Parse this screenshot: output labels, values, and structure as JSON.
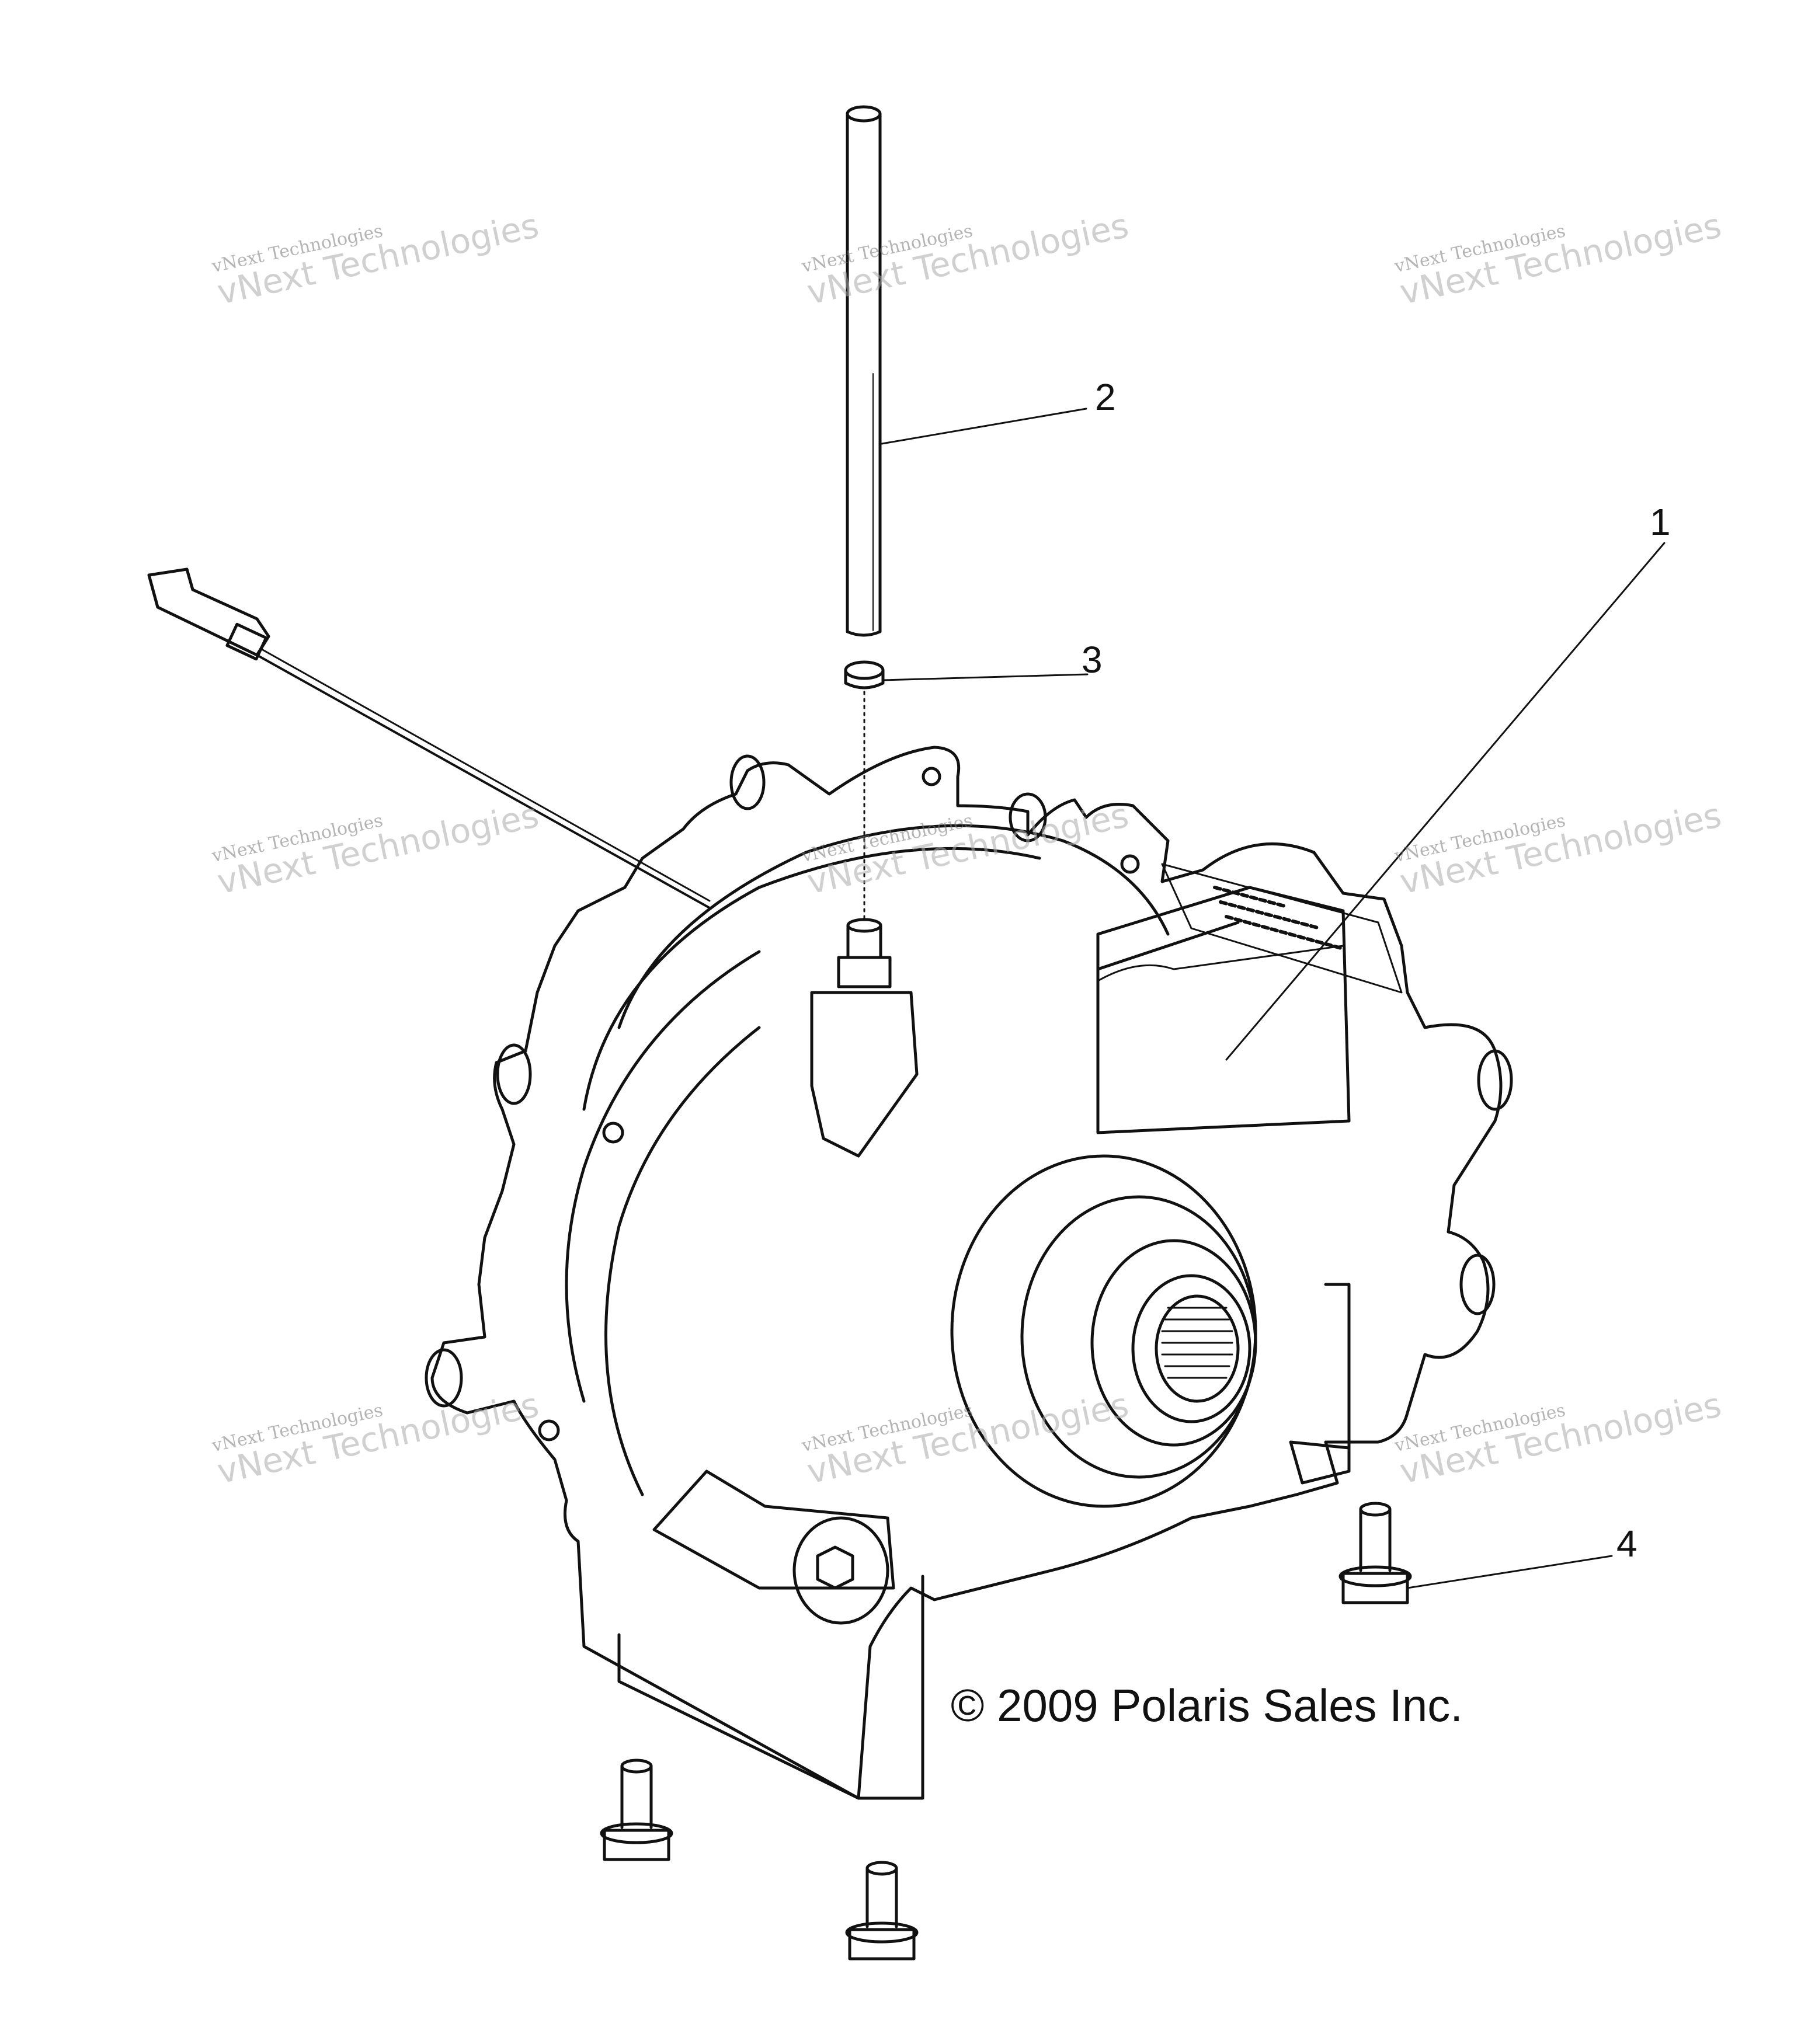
{
  "callouts": {
    "c1": "1",
    "c2": "2",
    "c3": "3",
    "c4": "4"
  },
  "copyright": "© 2009 Polaris Sales Inc.",
  "watermark": {
    "small": "vNext Technologies",
    "big": "vNext Technologies"
  }
}
